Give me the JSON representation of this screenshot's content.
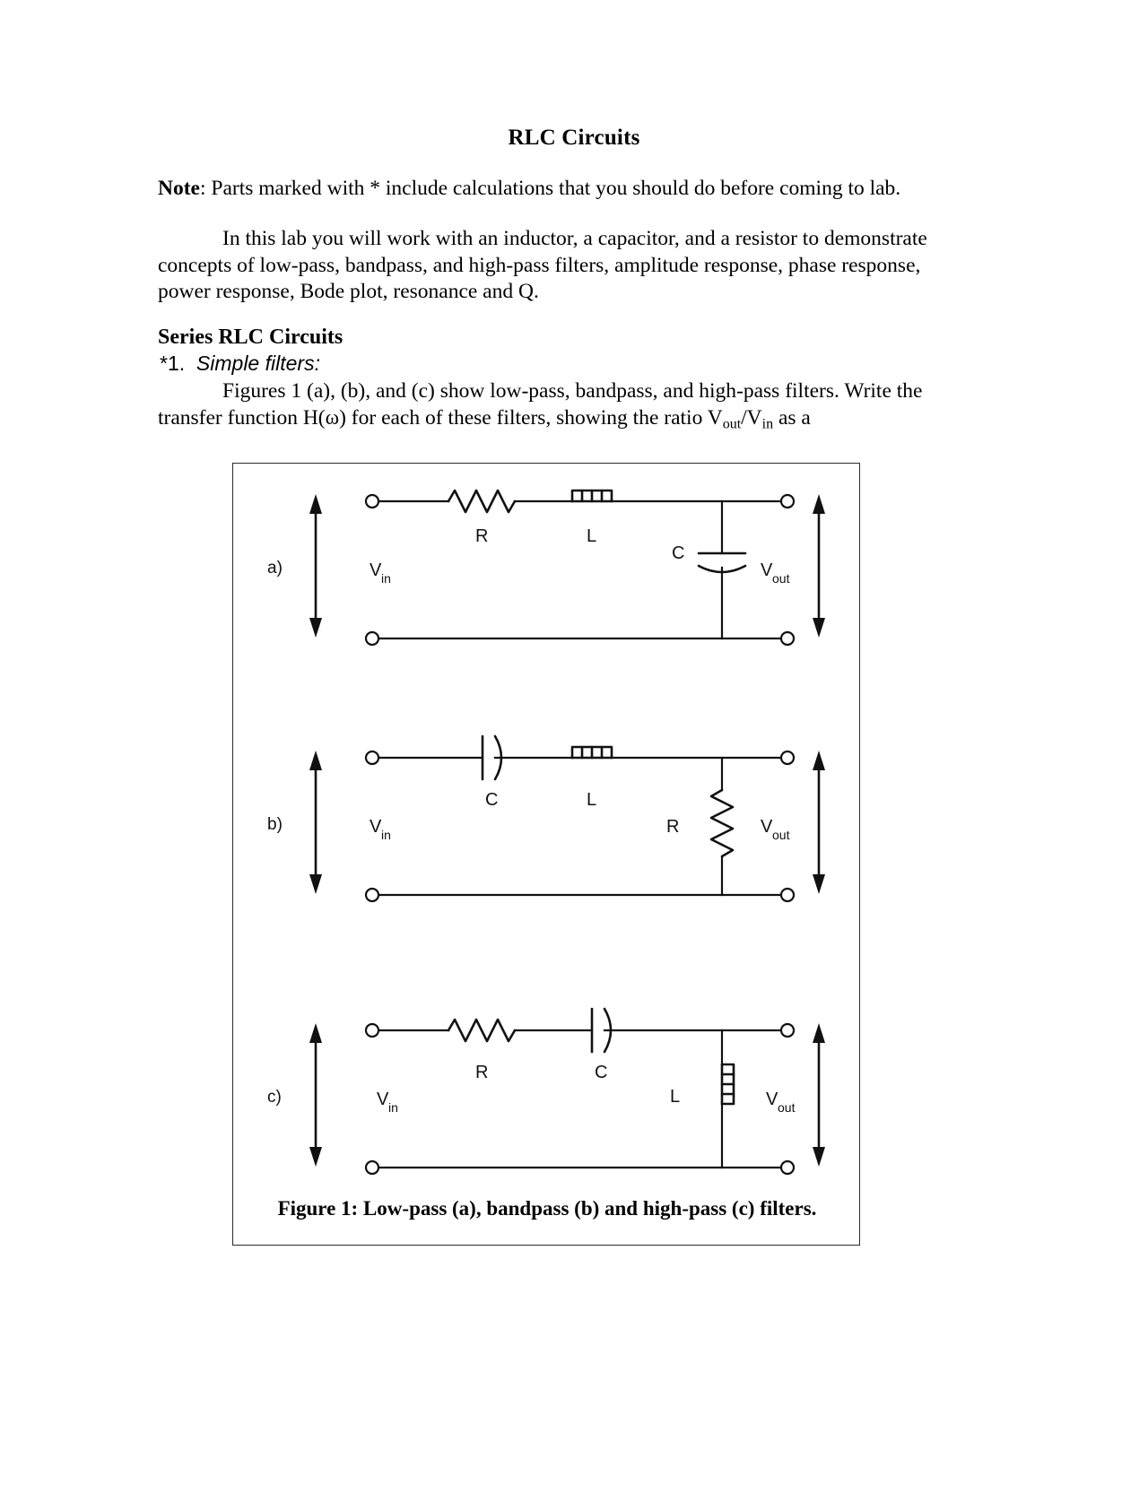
{
  "document": {
    "title": "RLC Circuits",
    "note": {
      "label": "Note",
      "text": ":  Parts marked with * include calculations that you should do before coming to lab."
    },
    "intro_paragraph": "In this lab you will work with an inductor, a capacitor, and a resistor to demonstrate concepts of low-pass, bandpass, and high-pass filters, amplitude response, phase response, power response, Bode plot, resonance and Q.",
    "section_heading": "Series RLC Circuits",
    "item_number": "*1.",
    "item_title": "Simple filters:",
    "figure_paragraph_part1": "Figures 1 (a), (b), and (c) show low-pass, bandpass, and high-pass filters.  Write the transfer function H(ω) for each of these filters, showing the ratio V",
    "figure_paragraph_sub1": "out",
    "figure_paragraph_part2": "/V",
    "figure_paragraph_sub2": "in",
    "figure_paragraph_part3": "  as a"
  },
  "figure": {
    "caption": "Figure 1: Low-pass (a), bandpass (b) and high-pass (c) filters.",
    "panels": [
      {
        "id": "a",
        "panel_label": "a)",
        "type": "low-pass",
        "input_label": "V",
        "input_sub": "in",
        "output_label": "V",
        "output_sub": "out",
        "series_components": [
          {
            "name": "resistor",
            "label": "R"
          },
          {
            "name": "inductor",
            "label": "L"
          }
        ],
        "shunt_component": {
          "name": "capacitor",
          "label": "C"
        }
      },
      {
        "id": "b",
        "panel_label": "b)",
        "type": "bandpass",
        "input_label": "V",
        "input_sub": "in",
        "output_label": "V",
        "output_sub": "out",
        "series_components": [
          {
            "name": "capacitor",
            "label": "C"
          },
          {
            "name": "inductor",
            "label": "L"
          }
        ],
        "shunt_component": {
          "name": "resistor",
          "label": "R"
        }
      },
      {
        "id": "c",
        "panel_label": "c)",
        "type": "high-pass",
        "input_label": "V",
        "input_sub": "in",
        "output_label": "V",
        "output_sub": "out",
        "series_components": [
          {
            "name": "resistor",
            "label": "R"
          },
          {
            "name": "capacitor",
            "label": "C"
          }
        ],
        "shunt_component": {
          "name": "inductor",
          "label": "L"
        }
      }
    ]
  },
  "colors": {
    "text": "#000000",
    "line": "#111111",
    "box_border": "#2b2b2b",
    "background": "#ffffff"
  }
}
